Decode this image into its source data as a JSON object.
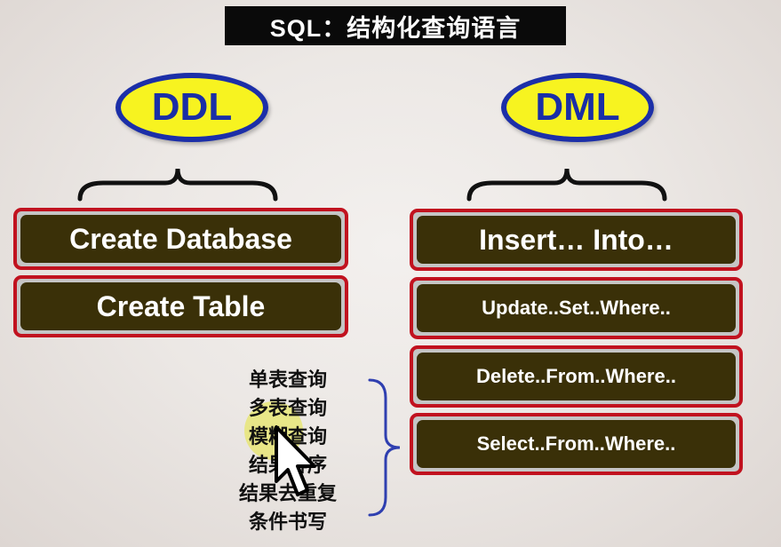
{
  "title": "SQL：结构化查询语言",
  "ddl": {
    "label": "DDL",
    "commands": [
      "Create Database",
      "Create Table"
    ]
  },
  "dml": {
    "label": "DML",
    "commands": [
      "Insert… Into…",
      "Update..Set..Where..",
      "Delete..From..Where..",
      "Select..From..Where.."
    ]
  },
  "select_topics": [
    "单表查询",
    "多表查询",
    "模糊查询",
    "结果排序",
    "结果去重复",
    "条件书写"
  ],
  "colors": {
    "title_bg": "#0a0a0a",
    "oval_fill": "#f7f320",
    "oval_border": "#1c2fa8",
    "command_border": "#c1121f",
    "command_fill": "#3a3008",
    "brace_blue": "#2f3fb0"
  }
}
